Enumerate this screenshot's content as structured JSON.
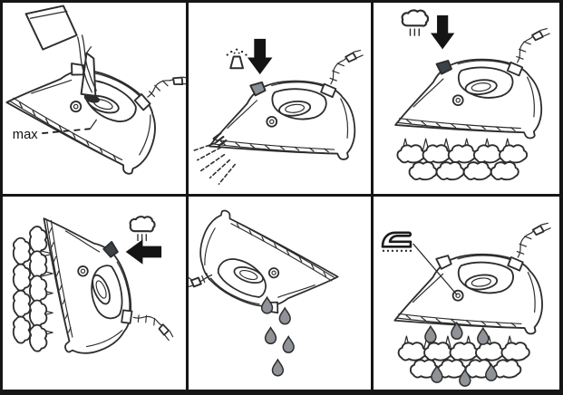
{
  "diagram": {
    "type": "appliance-instruction-sheet",
    "subject": "steam-iron-usage-steps",
    "grid": {
      "rows": 2,
      "cols": 3
    },
    "colors": {
      "line": "#2d2d2d",
      "border": "#161616",
      "arrow": "#141414",
      "droplet": "#8f9296",
      "button_gray": "#899097",
      "button_dark": "#3c4248",
      "background": "#ffffff"
    },
    "panels": [
      {
        "name": "fill-water-tank",
        "label": "max",
        "icons": [
          "pouring-cup-icon",
          "fill-funnel-icon",
          "max-level-dashed-line"
        ]
      },
      {
        "name": "spray",
        "icons": [
          "spray-nozzle-icon",
          "down-arrow-icon",
          "spray-mist"
        ]
      },
      {
        "name": "shot-of-steam",
        "icons": [
          "steam-cloud-icon",
          "down-arrow-icon",
          "steam-puffs"
        ]
      },
      {
        "name": "vertical-steam",
        "icons": [
          "steam-cloud-icon",
          "left-arrow-icon",
          "steam-puffs"
        ]
      },
      {
        "name": "empty-water-tank",
        "icons": [
          "water-drops-icon"
        ]
      },
      {
        "name": "steam-ironing",
        "icons": [
          "steam-iron-icon",
          "leader-line",
          "steam-puffs",
          "water-drops-icon"
        ]
      }
    ]
  }
}
